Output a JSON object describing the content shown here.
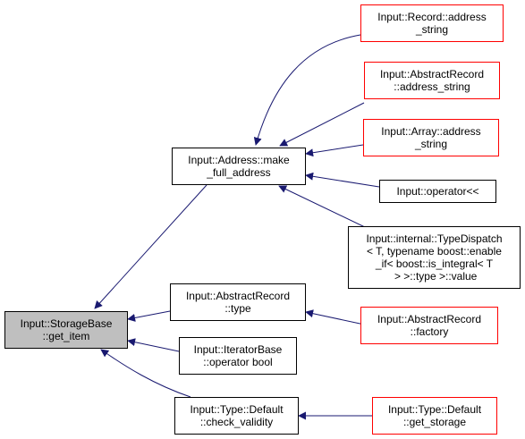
{
  "colors": {
    "edge": "#191970",
    "external_border": "#ff0000",
    "internal_border": "#000000",
    "focus_fill": "#bfbfbf"
  },
  "nodes": {
    "storage_get_item": "Input::StorageBase\n::get_item",
    "make_full_address": "Input::Address::make\n_full_address",
    "abstract_record_type": "Input::AbstractRecord\n::type",
    "iterator_operator_bool": "Input::IteratorBase\n::operator bool",
    "type_default_check_validity": "Input::Type::Default\n::check_validity",
    "record_address_string": "Input::Record::address\n_string",
    "abstract_record_address_string": "Input::AbstractRecord\n::address_string",
    "array_address_string": "Input::Array::address\n_string",
    "operator_stream": "Input::operator<<",
    "type_dispatch_value": "Input::internal::TypeDispatch\n< T, typename boost::enable\n_if< boost::is_integral< T\n > >::type >::value",
    "abstract_record_factory": "Input::AbstractRecord\n::factory",
    "type_default_get_storage": "Input::Type::Default\n::get_storage"
  }
}
